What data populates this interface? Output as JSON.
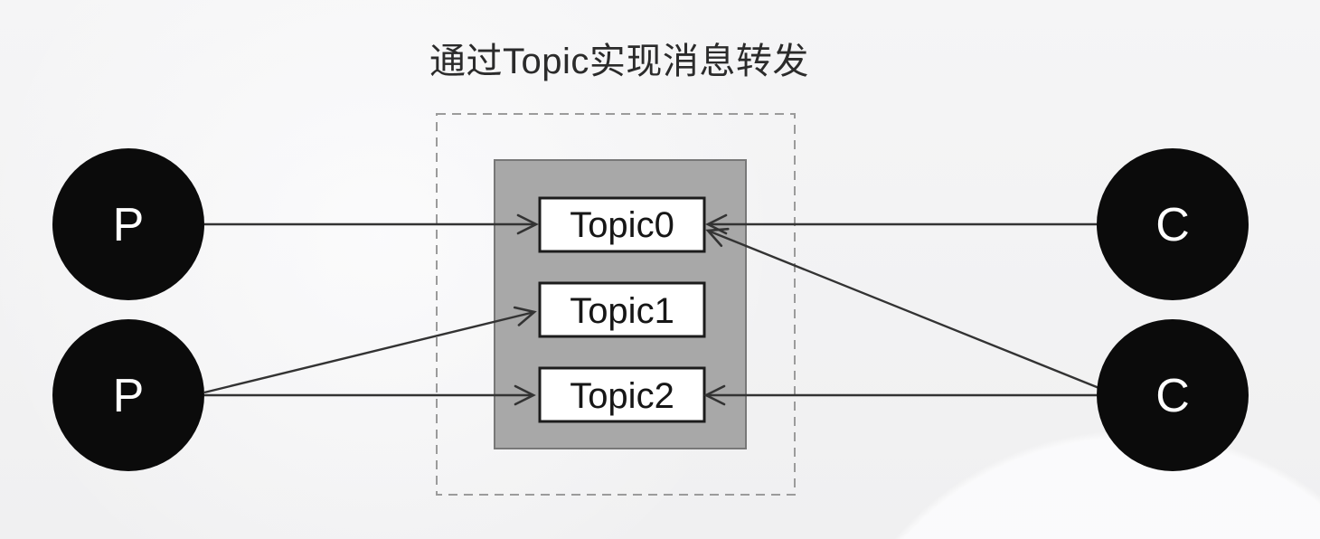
{
  "title": "通过Topic实现消息转发",
  "diagram": {
    "producers": [
      {
        "id": "P1",
        "label": "P"
      },
      {
        "id": "P2",
        "label": "P"
      }
    ],
    "consumers": [
      {
        "id": "C1",
        "label": "C"
      },
      {
        "id": "C2",
        "label": "C"
      }
    ],
    "topics": [
      {
        "id": "Topic0",
        "label": "Topic0"
      },
      {
        "id": "Topic1",
        "label": "Topic1"
      },
      {
        "id": "Topic2",
        "label": "Topic2"
      }
    ],
    "connections": [
      {
        "from": "P1",
        "to": "Topic0"
      },
      {
        "from": "P2",
        "to": "Topic1"
      },
      {
        "from": "P2",
        "to": "Topic2"
      },
      {
        "from": "C1",
        "to": "Topic0"
      },
      {
        "from": "C2",
        "to": "Topic0"
      },
      {
        "from": "C2",
        "to": "Topic2"
      }
    ],
    "colors": {
      "node_fill": "#0b0b0b",
      "node_text": "#ffffff",
      "topic_fill": "#ffffff",
      "topic_border": "#1c1c1c",
      "topic_text": "#161616",
      "broker_fill": "#a8a8a8",
      "broker_border": "#787878",
      "dashed_border": "#9b9b9b",
      "arrow": "#333333",
      "title_text": "#2b2b2b"
    }
  }
}
